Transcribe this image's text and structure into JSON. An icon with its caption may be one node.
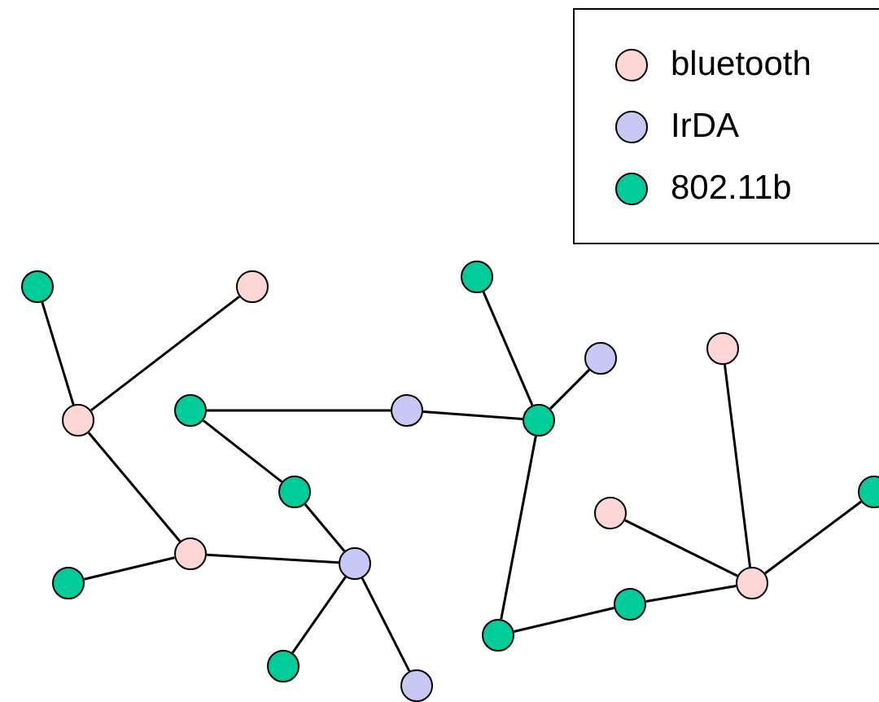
{
  "diagram": {
    "nodes": [
      {
        "text": [],
        "shape": "circle"
      },
      {
        "text": [],
        "shape": "circle"
      },
      {
        "text": [],
        "shape": "circle"
      },
      {
        "text": [],
        "shape": "circle"
      },
      {
        "text": [],
        "shape": "circle"
      },
      {
        "text": [],
        "shape": "circle"
      },
      {
        "text": [],
        "shape": "circle"
      },
      {
        "text": [],
        "shape": "circle"
      },
      {
        "text": [],
        "shape": "circle"
      },
      {
        "text": [],
        "shape": "circle"
      },
      {
        "text": [],
        "shape": "circle"
      },
      {
        "text": [],
        "shape": "circle"
      },
      {
        "text": [],
        "shape": "circle"
      },
      {
        "text": [],
        "shape": "circle"
      },
      {
        "text": [],
        "shape": "circle"
      },
      {
        "text": [],
        "shape": "circle"
      },
      {
        "text": [],
        "shape": "circle"
      },
      {
        "text": [],
        "shape": "circle"
      },
      {
        "text": [],
        "shape": "circle"
      },
      {
        "text": [],
        "shape": "circle"
      }
    ],
    "edges": [
      {
        "from": 0,
        "to": 2,
        "arrow": "none"
      },
      {
        "from": 1,
        "to": 2,
        "arrow": "none"
      },
      {
        "from": 2,
        "to": 6,
        "arrow": "none"
      },
      {
        "from": 7,
        "to": 6,
        "arrow": "none"
      },
      {
        "from": 6,
        "to": 8,
        "arrow": "none"
      },
      {
        "from": 3,
        "to": 4,
        "arrow": "none"
      },
      {
        "from": 3,
        "to": 5,
        "arrow": "none"
      },
      {
        "from": 5,
        "to": 8,
        "arrow": "none"
      },
      {
        "from": 8,
        "to": 9,
        "arrow": "none"
      },
      {
        "from": 8,
        "to": 10,
        "arrow": "none"
      },
      {
        "from": 4,
        "to": 13,
        "arrow": "none"
      },
      {
        "from": 11,
        "to": 13,
        "arrow": "none"
      },
      {
        "from": 12,
        "to": 13,
        "arrow": "none"
      },
      {
        "from": 13,
        "to": 19,
        "arrow": "none"
      },
      {
        "from": 19,
        "to": 18,
        "arrow": "none"
      },
      {
        "from": 18,
        "to": 17,
        "arrow": "none"
      },
      {
        "from": 15,
        "to": 17,
        "arrow": "none"
      },
      {
        "from": 14,
        "to": 17,
        "arrow": "none"
      },
      {
        "from": 16,
        "to": 17,
        "arrow": "none"
      }
    ],
    "legend": [
      {
        "text": "bluetooth",
        "color": "#ffd6d6"
      },
      {
        "text": "IrDA",
        "color": "#c8c8f4"
      },
      {
        "text": "802.11b",
        "color": "#00cc99"
      }
    ]
  }
}
